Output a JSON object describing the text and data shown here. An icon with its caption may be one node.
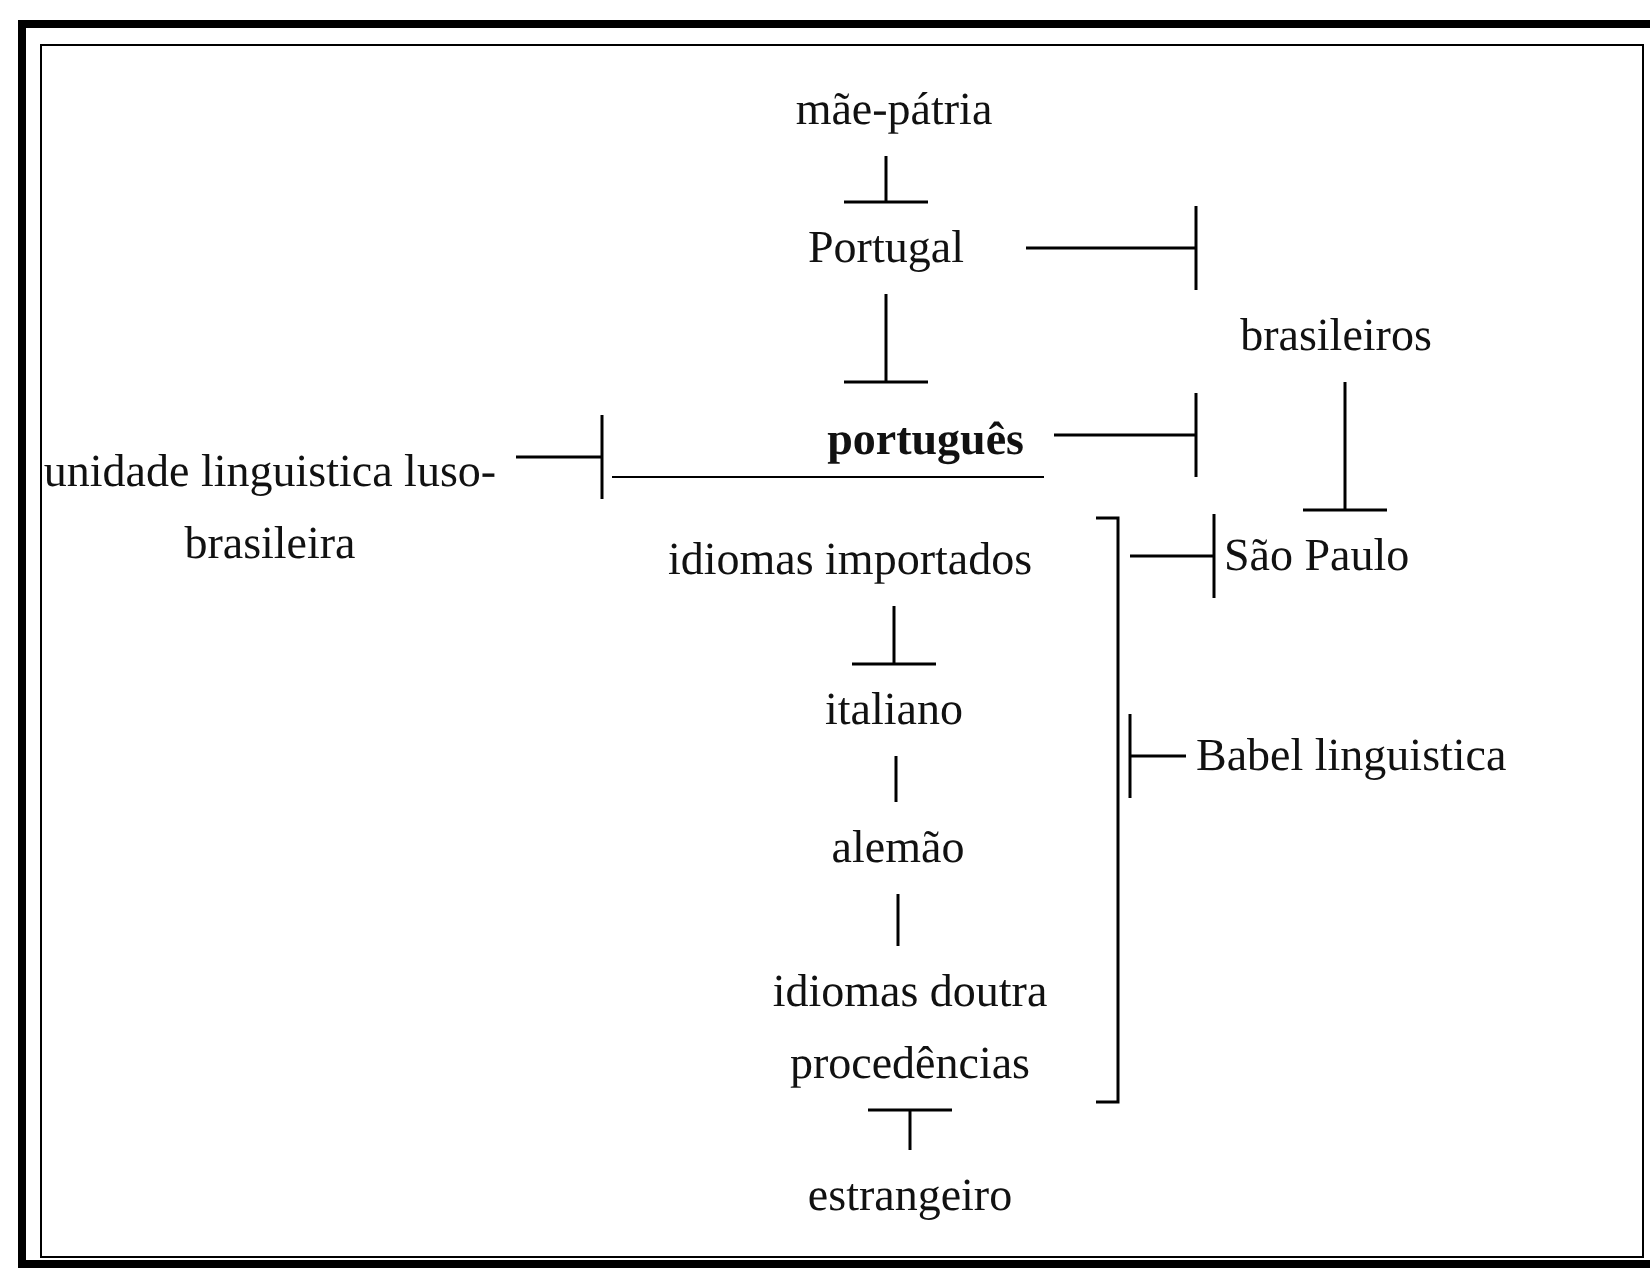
{
  "diagram": {
    "nodes": [
      {
        "text": [
          "mãe-pátria"
        ]
      },
      {
        "text": [
          "Portugal"
        ]
      },
      {
        "text": [
          "brasileiros"
        ]
      },
      {
        "text": [
          "português"
        ]
      },
      {
        "text": [
          "unidade linguistica luso-brasileira"
        ]
      },
      {
        "text": [
          "idiomas importados"
        ]
      },
      {
        "text": [
          "São Paulo"
        ]
      },
      {
        "text": [
          "italiano"
        ]
      },
      {
        "text": [
          "Babel linguistica"
        ]
      },
      {
        "text": [
          "alemão"
        ]
      },
      {
        "text": [
          "idiomas doutra procedências"
        ]
      },
      {
        "text": [
          "estrangeiro"
        ]
      },
      {
        "text": [],
        "shape": "bracket"
      }
    ],
    "edges": [
      {
        "from": 0,
        "to": 1,
        "arrow": "other"
      },
      {
        "from": 1,
        "to": 3,
        "arrow": "other"
      },
      {
        "from": 1,
        "to": 2,
        "arrow": "other"
      },
      {
        "from": 3,
        "to": 2,
        "arrow": "other"
      },
      {
        "from": 2,
        "to": 6,
        "arrow": "other"
      },
      {
        "from": 4,
        "to": 3,
        "arrow": "other"
      },
      {
        "from": 5,
        "to": 7,
        "arrow": "other"
      },
      {
        "from": 7,
        "to": 9,
        "arrow": "none"
      },
      {
        "from": 9,
        "to": 10,
        "arrow": "none"
      },
      {
        "from": 11,
        "to": 10,
        "arrow": "other"
      },
      {
        "from": 12,
        "to": 6,
        "arrow": "other"
      },
      {
        "from": 8,
        "to": 12,
        "arrow": "other"
      }
    ]
  }
}
